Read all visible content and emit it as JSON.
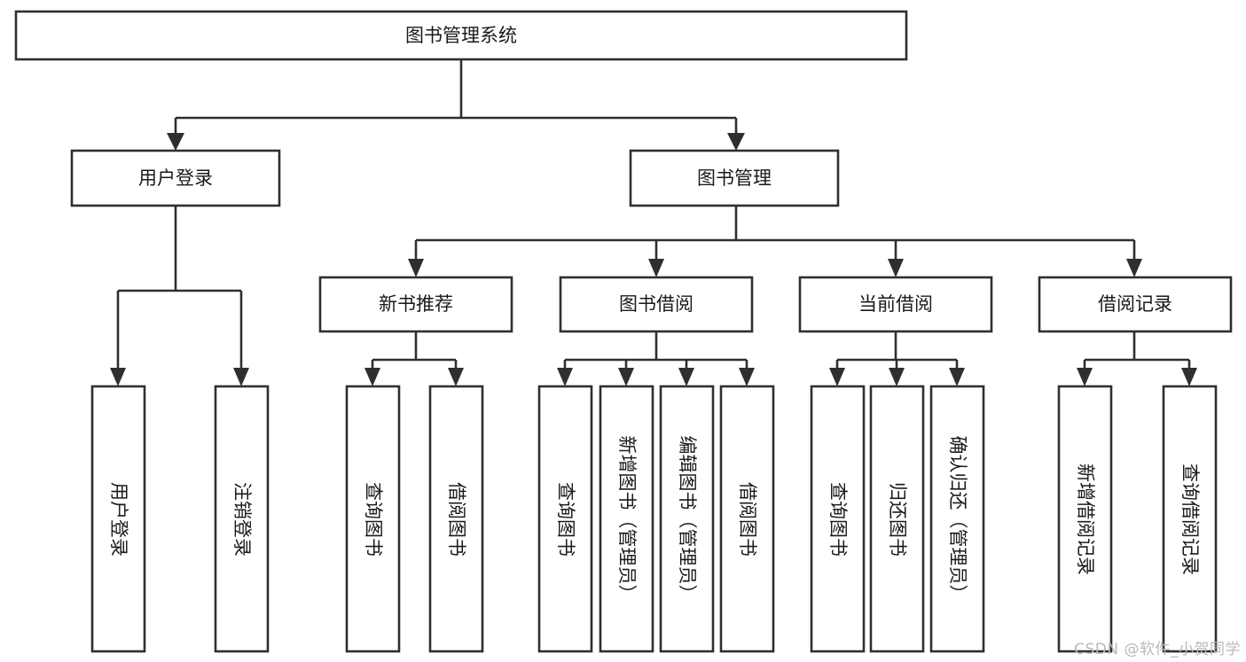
{
  "diagram": {
    "type": "tree-hierarchy-chart",
    "title": "图书管理系统",
    "watermark": "CSDN @软件_小贺同学",
    "colors": {
      "stroke": "#2f2f2f",
      "fill": "#ffffff",
      "text": "#1a1a1a",
      "watermark": "#b9b9b9"
    },
    "levels": {
      "root": {
        "label": "图书管理系统"
      },
      "level2": [
        {
          "id": "user-login",
          "label": "用户登录"
        },
        {
          "id": "book-management",
          "label": "图书管理"
        }
      ],
      "level3": [
        {
          "id": "new-book-recommend",
          "label": "新书推荐",
          "parent": "book-management"
        },
        {
          "id": "book-borrow",
          "label": "图书借阅",
          "parent": "book-management"
        },
        {
          "id": "current-borrow",
          "label": "当前借阅",
          "parent": "book-management"
        },
        {
          "id": "borrow-record",
          "label": "借阅记录",
          "parent": "book-management"
        }
      ],
      "leaves": [
        {
          "id": "leaf-user-login",
          "label": "用户登录",
          "parent": "user-login"
        },
        {
          "id": "leaf-logout-login",
          "label": "注销登录",
          "parent": "user-login"
        },
        {
          "id": "leaf-query-book-1",
          "label": "查询图书",
          "parent": "new-book-recommend"
        },
        {
          "id": "leaf-borrow-book-1",
          "label": "借阅图书",
          "parent": "new-book-recommend"
        },
        {
          "id": "leaf-query-book-2",
          "label": "查询图书",
          "parent": "book-borrow"
        },
        {
          "id": "leaf-add-book",
          "label": "新增图书（管理员）",
          "parent": "book-borrow"
        },
        {
          "id": "leaf-edit-book",
          "label": "编辑图书（管理员）",
          "parent": "book-borrow"
        },
        {
          "id": "leaf-borrow-book-2",
          "label": "借阅图书",
          "parent": "book-borrow"
        },
        {
          "id": "leaf-query-book-3",
          "label": "查询图书",
          "parent": "current-borrow"
        },
        {
          "id": "leaf-return-book",
          "label": "归还图书",
          "parent": "current-borrow"
        },
        {
          "id": "leaf-confirm-return",
          "label": "确认归还（管理员）",
          "parent": "current-borrow"
        },
        {
          "id": "leaf-add-record",
          "label": "新增借阅记录",
          "parent": "borrow-record"
        },
        {
          "id": "leaf-query-record",
          "label": "查询借阅记录",
          "parent": "borrow-record"
        }
      ]
    }
  }
}
